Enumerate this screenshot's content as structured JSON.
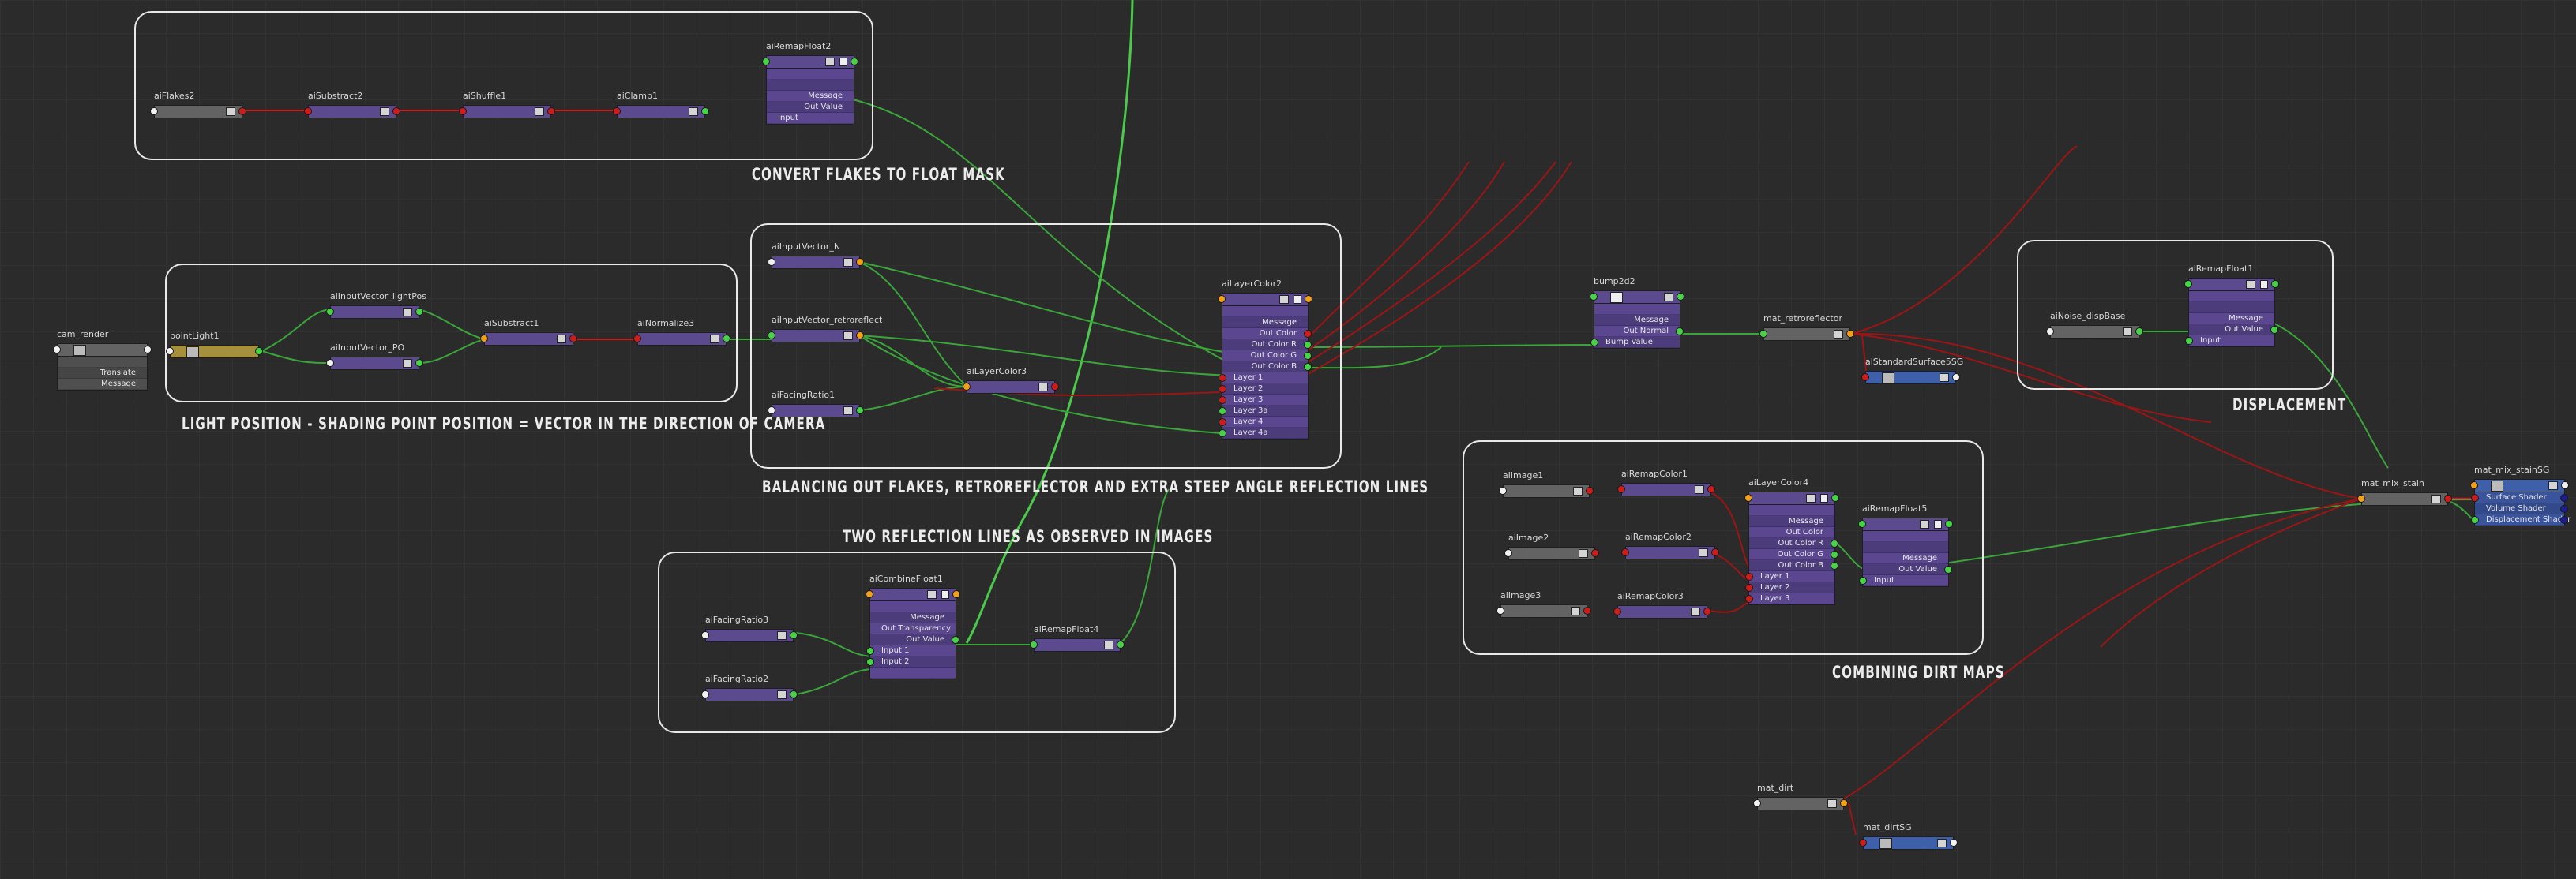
{
  "captions": {
    "flakes": "CONVERT FLAKES TO FLOAT MASK",
    "light": "LIGHT POSITION - SHADING POINT POSITION = VECTOR IN THE DIRECTION OF CAMERA",
    "balancing": "BALANCING OUT FLAKES, RETROREFLECTOR AND EXTRA STEEP ANGLE REFLECTION LINES",
    "two_lines": "TWO REFLECTION LINES AS OBSERVED IN IMAGES",
    "displacement": "DISPLACEMENT",
    "dirt": "COMBINING DIRT MAPS"
  },
  "nodes": {
    "aiFlakes2": "aiFlakes2",
    "aiSubstract2": "aiSubstract2",
    "aiShuffle1": "aiShuffle1",
    "aiClamp1": "aiClamp1",
    "aiRemapFloat2": "aiRemapFloat2",
    "cam_render": "cam_render",
    "pointLight1": "pointLight1",
    "aiInputVector_lightPos": "aiInputVector_lightPos",
    "aiInputVector_PO": "aiInputVector_PO",
    "aiSubstract1": "aiSubstract1",
    "aiNormalize3": "aiNormalize3",
    "aiInputVector_N": "aiInputVector_N",
    "aiInputVector_retroreflect": "aiInputVector_retroreflect",
    "aiFacingRatio1": "aiFacingRatio1",
    "aiLayerColor3": "aiLayerColor3",
    "aiLayerColor2": "aiLayerColor2",
    "aiFacingRatio3": "aiFacingRatio3",
    "aiFacingRatio2": "aiFacingRatio2",
    "aiCombineFloat1": "aiCombineFloat1",
    "aiRemapFloat4": "aiRemapFloat4",
    "bump2d2": "bump2d2",
    "mat_retroreflector": "mat_retroreflector",
    "aiStandardSurface5SG": "aiStandardSurface5SG",
    "aiNoise_dispBase": "aiNoise_dispBase",
    "aiRemapFloat1": "aiRemapFloat1",
    "aiImage1": "aiImage1",
    "aiImage2": "aiImage2",
    "aiImage3": "aiImage3",
    "aiRemapColor1": "aiRemapColor1",
    "aiRemapColor2": "aiRemapColor2",
    "aiRemapColor3": "aiRemapColor3",
    "aiLayerColor4": "aiLayerColor4",
    "aiRemapFloat5": "aiRemapFloat5",
    "mat_mix_stain": "mat_mix_stain",
    "mat_mix_stainSG": "mat_mix_stainSG",
    "mat_dirt": "mat_dirt",
    "mat_dirtSG": "mat_dirtSG"
  },
  "attrs": {
    "message": "Message",
    "out_value": "Out Value",
    "input": "Input",
    "input1": "Input 1",
    "input2": "Input 2",
    "out_transparency": "Out Transparency",
    "translate": "Translate",
    "out_color": "Out Color",
    "out_color_r": "Out Color R",
    "out_color_g": "Out Color G",
    "out_color_b": "Out Color B",
    "layer1": "Layer 1",
    "layer2": "Layer 2",
    "layer3": "Layer 3",
    "layer3a": "Layer 3a",
    "layer4": "Layer 4",
    "layer4a": "Layer 4a",
    "out_normal": "Out Normal",
    "bump_value": "Bump Value",
    "surface_shader": "Surface Shader",
    "volume_shader": "Volume Shader",
    "displacement_shader": "Displacement Shader"
  },
  "colors": {
    "background": "#2b2b2b",
    "node_purple": "#5b4a8e",
    "node_gray": "#636363",
    "node_light": "#a5903e",
    "node_shading_group": "#3e5faa",
    "connection_green": "#46d446",
    "connection_red": "#cc1d1d"
  }
}
